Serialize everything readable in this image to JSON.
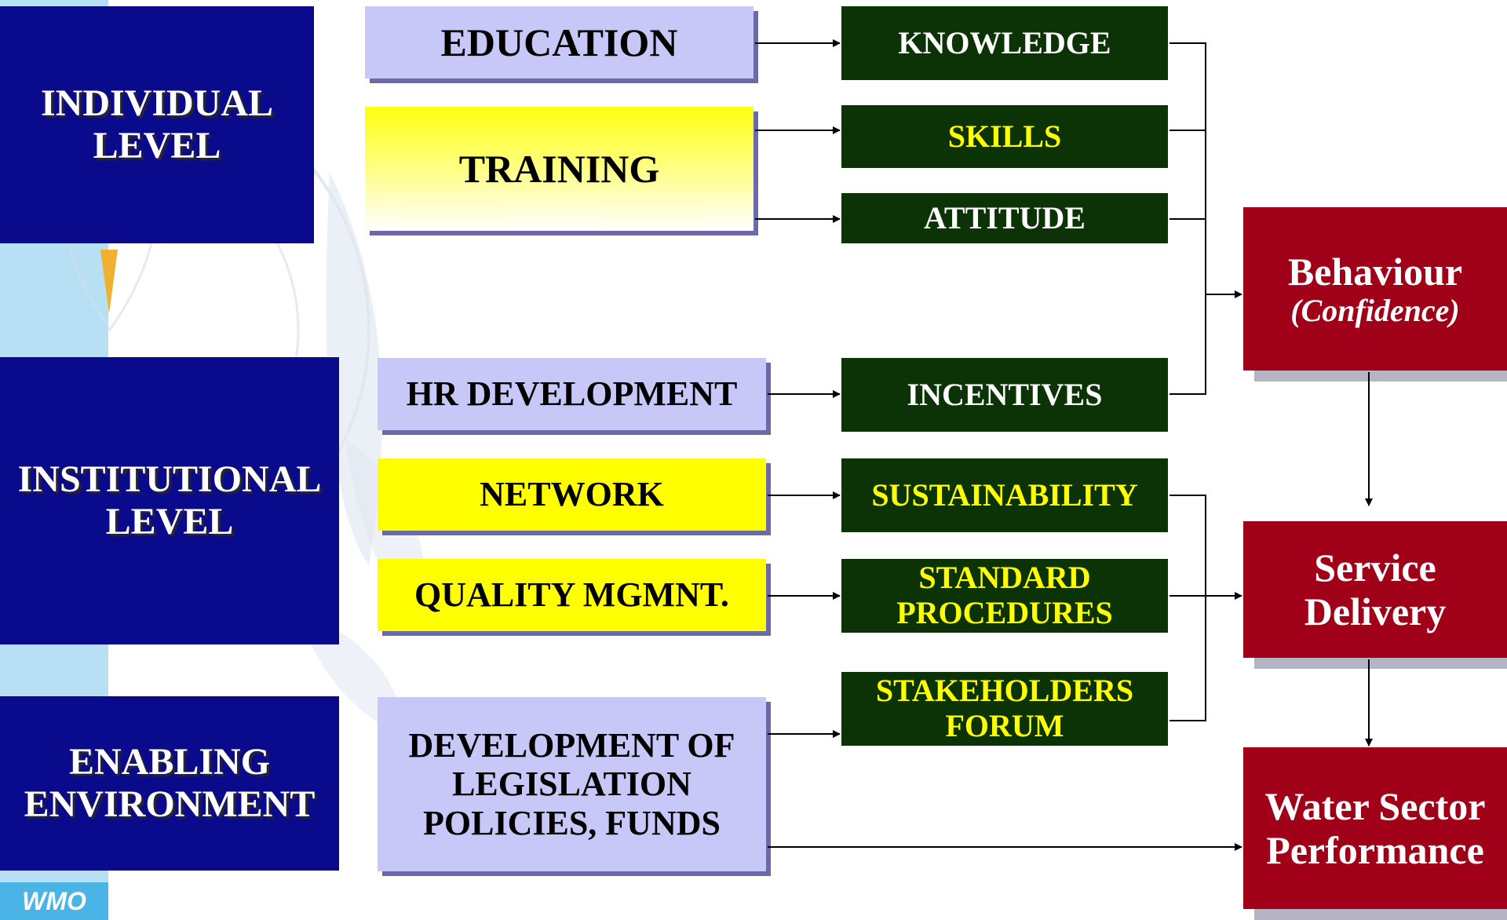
{
  "levels": {
    "individual": "INDIVIDUAL LEVEL",
    "institutional": "INSTITUTIONAL LEVEL",
    "enabling": "ENABLING ENVIRONMENT"
  },
  "inputs": {
    "education": "EDUCATION",
    "training": "TRAINING",
    "hr_development": "HR DEVELOPMENT",
    "network": "NETWORK",
    "quality_mgmnt": "QUALITY MGMNT.",
    "legislation": "DEVELOPMENT OF LEGISLATION POLICIES, FUNDS"
  },
  "outcomes": {
    "knowledge": "KNOWLEDGE",
    "skills": "SKILLS",
    "attitude": "ATTITUDE",
    "incentives": "INCENTIVES",
    "sustainability": "SUSTAINABILITY",
    "standard_procedures": "STANDARD PROCEDURES",
    "stakeholders_forum": "STAKEHOLDERS FORUM"
  },
  "results": {
    "behaviour": "Behaviour",
    "behaviour_sub": "(Confidence)",
    "service_delivery": "Service Delivery",
    "water_sector": "Water Sector Performance"
  },
  "logo": {
    "text": "WMO"
  },
  "colors": {
    "level_blue": "#0a0a8c",
    "input_lavender": "#c8c8f8",
    "input_yellow": "#ffff00",
    "outcome_green": "#0c3306",
    "result_red": "#a00018"
  }
}
